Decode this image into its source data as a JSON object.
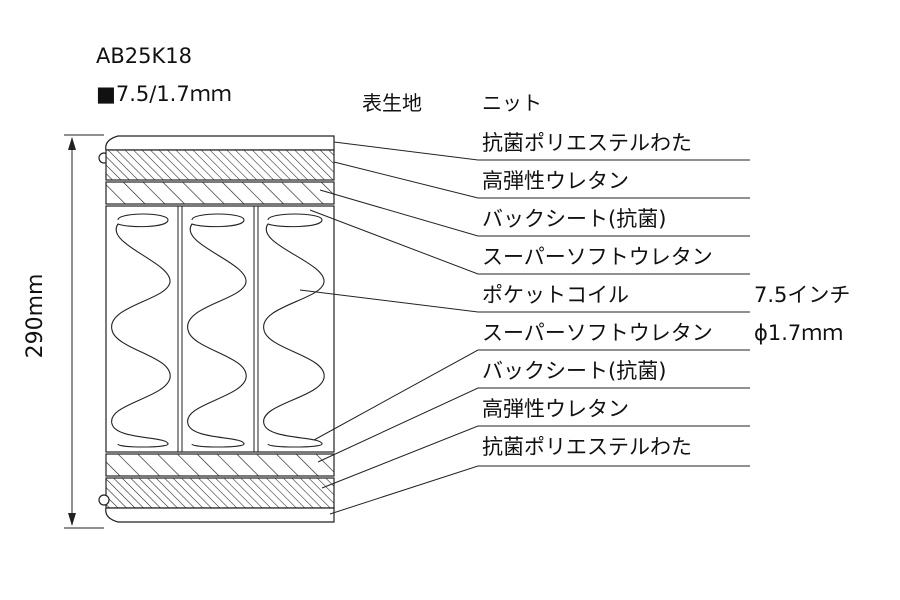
{
  "model": {
    "code": "AB25K18",
    "spec": "■7.5/1.7ｍｍ"
  },
  "dimension": {
    "height_label": "290mm"
  },
  "header": {
    "category": "表生地",
    "value": "ニット"
  },
  "layers": [
    "抗菌ポリエステルわた",
    "高弾性ウレタン",
    "バックシート(抗菌)",
    "スーパーソフトウレタン",
    "ポケットコイル",
    "スーパーソフトウレタン",
    "バックシート(抗菌)",
    "高弾性ウレタン",
    "抗菌ポリエステルわた"
  ],
  "coil_spec": {
    "size": "7.5インチ",
    "wire": "ϕ1.7ｍｍ"
  }
}
